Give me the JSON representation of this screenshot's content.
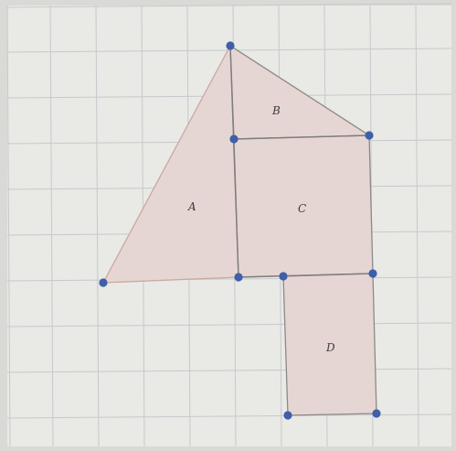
{
  "diagram": {
    "grid": true,
    "colors": {
      "paper": "#e9e9e6",
      "grid_line": "#c6c9cc",
      "shape_fill": "#e6d6d3",
      "shape_stroke": "#8c8a86",
      "triangle_stroke": "#c9a99f",
      "point": "#3f5fa8"
    },
    "regions": [
      {
        "id": "A",
        "label": "A"
      },
      {
        "id": "B",
        "label": "B"
      },
      {
        "id": "C",
        "label": "C"
      },
      {
        "id": "D",
        "label": "D"
      }
    ]
  }
}
